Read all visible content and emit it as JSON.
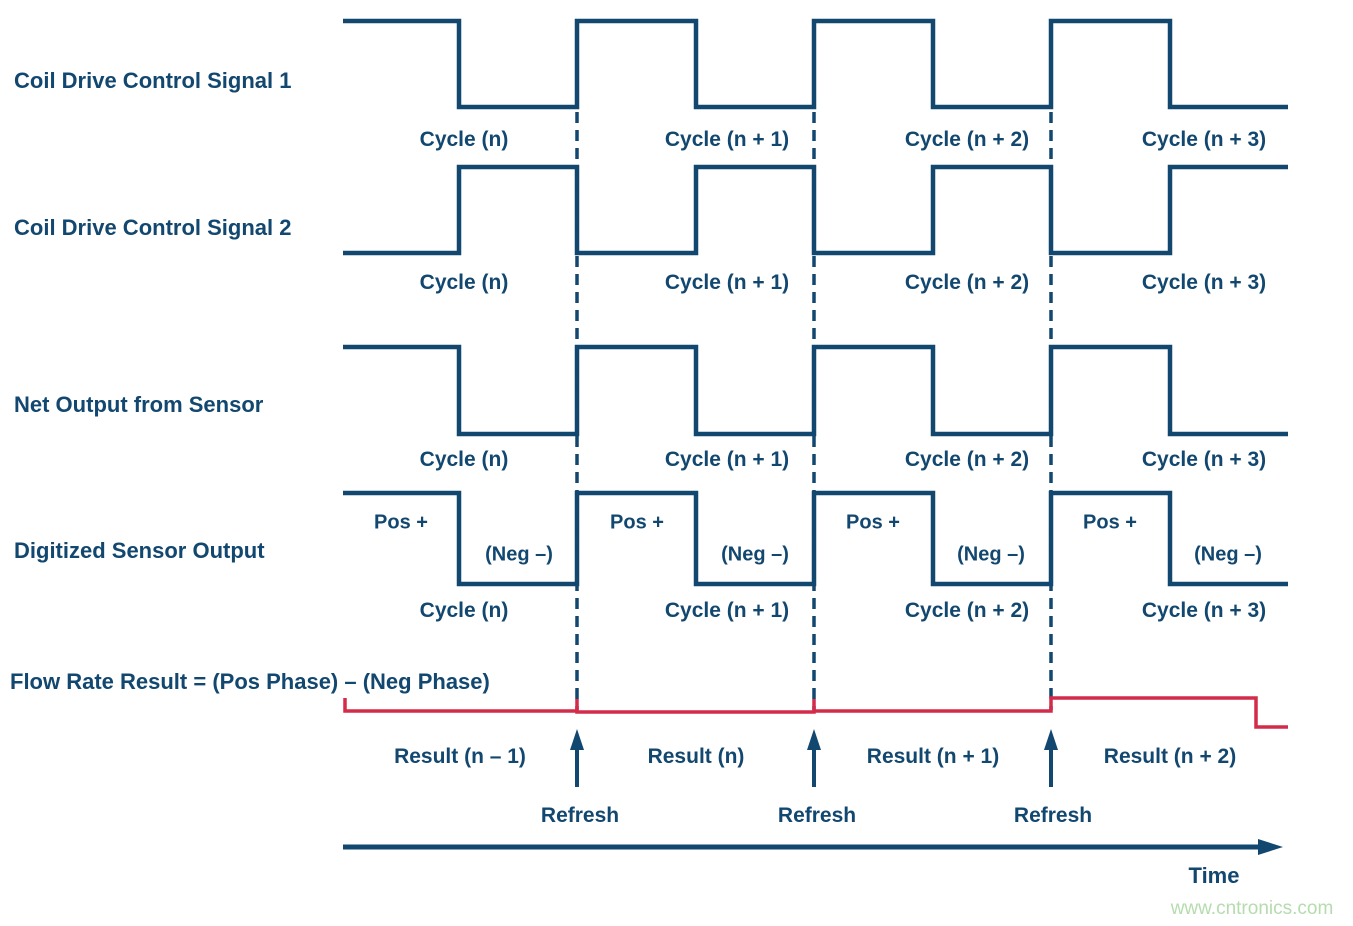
{
  "colors": {
    "line_navy": "#12476F",
    "flow_line_red": "#D32B49",
    "watermark_green": "#B5DCAE",
    "background": "#FFFFFF"
  },
  "signals": [
    {
      "name": "Coil Drive Control Signal 1",
      "cycles": [
        "Cycle (n)",
        "Cycle (n + 1)",
        "Cycle (n + 2)",
        "Cycle (n + 3)"
      ]
    },
    {
      "name": "Coil Drive Control Signal 2",
      "cycles": [
        "Cycle (n)",
        "Cycle (n + 1)",
        "Cycle (n + 2)",
        "Cycle (n + 3)"
      ]
    },
    {
      "name": "Net Output from Sensor",
      "cycles": [
        "Cycle (n)",
        "Cycle (n + 1)",
        "Cycle (n + 2)",
        "Cycle (n + 3)"
      ]
    },
    {
      "name": "Digitized Sensor Output",
      "cycles": [
        "Cycle (n)",
        "Cycle (n + 1)",
        "Cycle (n + 2)",
        "Cycle (n + 3)"
      ],
      "phase_labels": {
        "pos": "Pos +",
        "neg": "(Neg –)"
      }
    }
  ],
  "flow_result": {
    "label": "Flow Rate Result = (Pos Phase) – (Neg Phase)",
    "results": [
      "Result (n – 1)",
      "Result (n)",
      "Result (n + 1)",
      "Result (n + 2)"
    ],
    "refresh_label": "Refresh"
  },
  "time_axis": {
    "label": "Time"
  },
  "watermark": "www.cntronics.com"
}
